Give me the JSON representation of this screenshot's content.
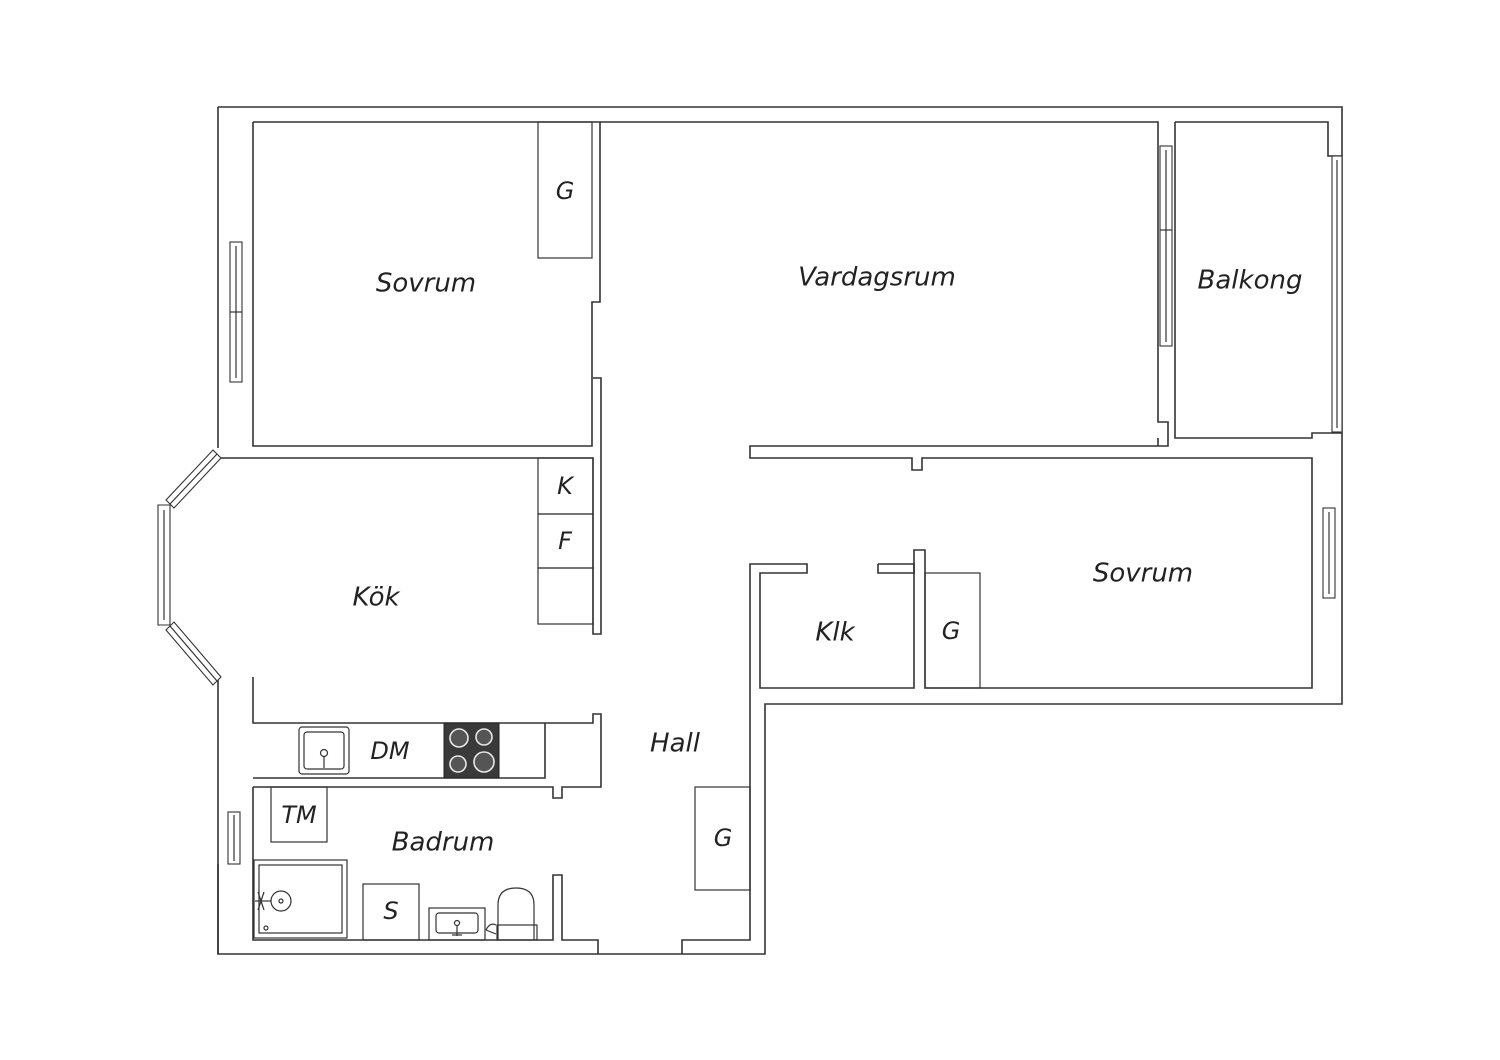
{
  "rooms": {
    "sovrum_1": "Sovrum",
    "vardagsrum": "Vardagsrum",
    "balkong": "Balkong",
    "kok": "Kök",
    "sovrum_2": "Sovrum",
    "klk": "Klk",
    "hall": "Hall",
    "badrum": "Badrum"
  },
  "fixtures": {
    "garderob_sovrum_1": "G",
    "kyl": "K",
    "frys": "F",
    "diskmaskin": "DM",
    "tvattmaskin": "TM",
    "skap_badrum": "S",
    "garderob_hall": "G",
    "garderob_sovrum_2": "G"
  },
  "icons": [
    "sink-icon",
    "stove-icon",
    "shower-icon",
    "washbasin-icon",
    "toilet-icon"
  ],
  "colors": {
    "wall": "#333333",
    "background": "#ffffff",
    "stove": "#3a3a3a"
  }
}
